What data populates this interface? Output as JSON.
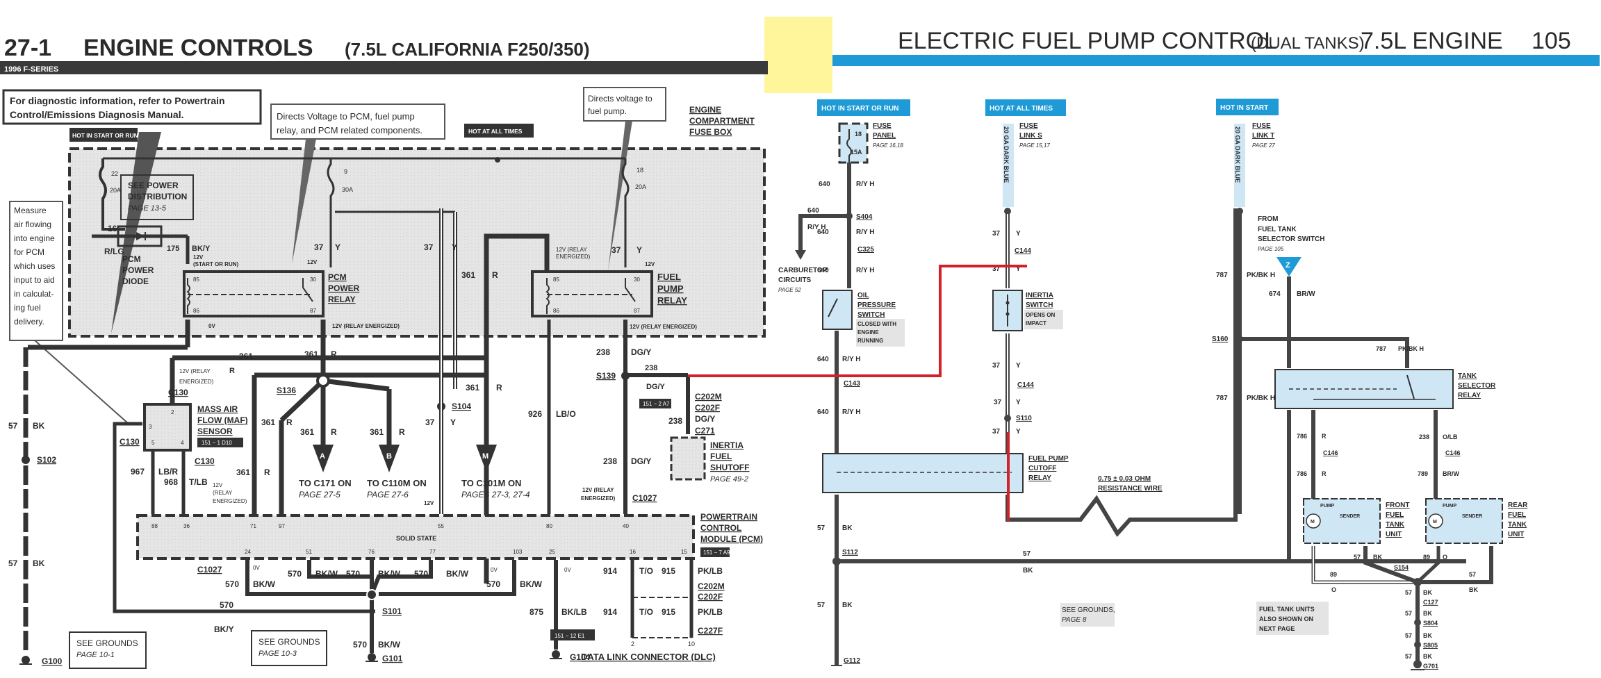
{
  "left_page": {
    "page_number": "27-1",
    "title": "ENGINE CONTROLS",
    "subtitle": "(7.5L CALIFORNIA F250/350)",
    "series": "1996 F-SERIES",
    "diag_note": [
      "For diagnostic information, refer to Powertrain",
      "Control/Emissions Diagnosis Manual."
    ],
    "callout_pcm": [
      "Directs Voltage to PCM, fuel pump",
      "relay, and PCM related components."
    ],
    "callout_fuelpump": [
      "Directs voltage to",
      "fuel pump."
    ],
    "callout_maf": [
      "Measure",
      "air flowing",
      "into engine",
      "for PCM",
      "which uses",
      "input to aid",
      "in calculat-",
      "ing fuel",
      "delivery."
    ],
    "hot_start_run": "HOT IN START OR RUN",
    "hot_all_times": "HOT AT ALL TIMES",
    "fuse_box_label": [
      "ENGINE",
      "COMPARTMENT",
      "FUSE BOX"
    ],
    "fuses": [
      {
        "num": "22",
        "amp": "20A"
      },
      {
        "num": "9",
        "amp": "30A"
      },
      {
        "num": "18",
        "amp": "20A"
      }
    ],
    "power_dist": {
      "line1": "SEE POWER",
      "line2": "DISTRIBUTION",
      "page": "PAGE 13-5"
    },
    "diode": {
      "label": [
        "PCM",
        "POWER",
        "DIODE"
      ],
      "wire_in": "16",
      "wire_in_color": "R/LG"
    },
    "pcm_relay": {
      "label": [
        "PCM",
        "POWER",
        "RELAY"
      ],
      "pins": [
        "85",
        "86",
        "30",
        "87"
      ],
      "wire_in": "175",
      "wire_in_color": "BK/Y",
      "v_in": "12V",
      "v_in_note": "(START OR RUN)",
      "v_30": "12V",
      "v_86": "0V",
      "v_87": "12V (RELAY ENERGIZED)"
    },
    "fp_relay": {
      "label": [
        "FUEL",
        "PUMP",
        "RELAY"
      ],
      "pins": [
        "85",
        "86",
        "30",
        "87"
      ],
      "v_85": [
        "12V (RELAY",
        "ENERGIZED)"
      ],
      "v_30": "12V",
      "v_87": "12V (RELAY ENERGIZED)"
    },
    "wires": {
      "w37": "37",
      "w37c": "Y",
      "w361": "361",
      "w361c": "R",
      "w238": "238",
      "w238c": "DG/Y",
      "w57": "57",
      "w57c": "BK",
      "w926": "926",
      "w926c": "LB/O",
      "w967": "967",
      "w967c": "LB/R",
      "w968": "968",
      "w968c": "T/LB",
      "w570": "570",
      "w570c": "BK/W",
      "w570y": "BK/Y",
      "w875": "875",
      "w875c": "BK/LB",
      "w914": "914",
      "w914c": "T/O",
      "w915": "915",
      "w915c": "PK/LB"
    },
    "splices": {
      "s136": "S136",
      "s104": "S104",
      "s139": "S139",
      "s102": "S102",
      "s101": "S101"
    },
    "connectors": {
      "c130": "C130",
      "c1027": "C1027",
      "c202m": "C202M",
      "c202f": "C202F",
      "c271": "C271",
      "c227f": "C227F"
    },
    "maf": {
      "label": [
        "MASS AIR",
        "FLOW (MAF)",
        "SENSOR"
      ],
      "ref": "151 − 1 D10",
      "pins": [
        "2",
        "3",
        "5",
        "4"
      ],
      "note": [
        "12V (RELAY",
        "ENERGIZED)"
      ],
      "note2": [
        "12V",
        "(RELAY",
        "ENERGIZED)"
      ]
    },
    "arrows": [
      {
        "letter": "A",
        "text": "TO C171 ON",
        "page": "PAGE 27-5"
      },
      {
        "letter": "B",
        "text": "TO C110M ON",
        "page": "PAGE 27-6"
      },
      {
        "letter": "M",
        "text": "TO C101M  ON",
        "page": "PAGES 27-3, 27-4"
      }
    ],
    "inertia": {
      "label": [
        "INERTIA",
        "FUEL",
        "SHUTOFF"
      ],
      "page": "PAGE 49-2",
      "ref": "151 − 2 A7"
    },
    "pcm": {
      "label": [
        "POWERTRAIN",
        "CONTROL",
        "MODULE (PCM)"
      ],
      "center": "SOLID STATE",
      "ref": "151 − 7 A9",
      "top_pins": [
        "88",
        "36",
        "71",
        "97",
        "55",
        "80",
        "40"
      ],
      "bottom_pins": [
        "24",
        "51",
        "76",
        "77",
        "103",
        "25",
        "16",
        "15"
      ],
      "v12": "12V",
      "v0": "0V",
      "relay_note": [
        "12V (RELAY",
        "ENERGIZED)"
      ]
    },
    "grounds": [
      {
        "id": "G100",
        "note": "SEE GROUNDS",
        "page": "PAGE 10-1"
      },
      {
        "id": "G101",
        "note": "SEE GROUNDS",
        "page": "PAGE 10-3"
      },
      {
        "id": "G104"
      }
    ],
    "dlc": {
      "label": "DATA LINK CONNECTOR (DLC)",
      "ref": "151 − 12 E1",
      "pin_a": "2",
      "pin_b": "10"
    }
  },
  "right_page": {
    "title": "ELECTRIC FUEL PUMP CONTROL",
    "subtitle": "(DUAL TANKS)",
    "title2": "7.5L ENGINE",
    "page_number": "105",
    "accent": "#1e9ad6",
    "highlight": "#cfe6f5",
    "red_wire": "#d42027",
    "hot_tags": [
      "HOT IN START OR RUN",
      "HOT AT ALL TIMES",
      "HOT IN START"
    ],
    "fuse_panel": {
      "num": "18",
      "amp": "15A",
      "label": [
        "FUSE",
        "PANEL"
      ],
      "page": "PAGE 16,18"
    },
    "fuse_link_s": {
      "label": [
        "FUSE",
        "LINK S"
      ],
      "page": "PAGE 15,17",
      "wire": "20 GA DARK BLUE"
    },
    "fuse_link_t": {
      "label": [
        "FUSE",
        "LINK T"
      ],
      "page": "PAGE 27",
      "wire": "20 GA DARK BLUE"
    },
    "wires": {
      "w640": "640",
      "w640c": "R/Y H",
      "w37": "37",
      "w37c": "Y",
      "w787": "787",
      "w787c": "PK/BK H",
      "w674": "674",
      "w674c": "BR/W",
      "w786": "786",
      "w786c": "R",
      "w238": "238",
      "w238c": "O/LB",
      "w789": "789",
      "w789c": "BR/W",
      "w57": "57",
      "w57c": "BK",
      "w89": "89",
      "w89c": "O"
    },
    "splices": {
      "s404": "S404",
      "s110": "S110",
      "s160": "S160",
      "s112": "S112",
      "s154": "S154",
      "s804": "S804",
      "s805": "S805"
    },
    "connectors": {
      "c325": "C325",
      "c143": "C143",
      "c144": "C144",
      "c146": "C146",
      "c127": "C127"
    },
    "carb": [
      "CARBURETOR",
      "CIRCUITS",
      "PAGE 52"
    ],
    "oil_switch": {
      "label": [
        "OIL",
        "PRESSURE",
        "SWITCH"
      ],
      "note": [
        "CLOSED WITH",
        "ENGINE",
        "RUNNING"
      ]
    },
    "inertia_switch": {
      "label": [
        "INERTIA",
        "SWITCH"
      ],
      "note": [
        "OPENS ON",
        "IMPACT"
      ]
    },
    "cutoff_relay": [
      "FUEL PUMP",
      "CUTOFF",
      "RELAY"
    ],
    "resistance": [
      "0.75 ± 0.03 OHM",
      "RESISTANCE WIRE"
    ],
    "from_selector": {
      "lines": [
        "FROM",
        "FUEL TANK",
        "SELECTOR SWITCH"
      ],
      "page": "PAGE 105",
      "letter": "Z"
    },
    "tank_relay": [
      "TANK",
      "SELECTOR",
      "RELAY"
    ],
    "front_unit": [
      "FRONT",
      "FUEL",
      "TANK",
      "UNIT"
    ],
    "rear_unit": [
      "REAR",
      "FUEL",
      "TANK",
      "UNIT"
    ],
    "pump": "PUMP",
    "sender": "SENDER",
    "motor": "M",
    "grounds_note": [
      "SEE GROUNDS,",
      "PAGE 8"
    ],
    "tank_note": [
      "FUEL TANK UNITS",
      "ALSO SHOWN ON",
      "NEXT PAGE"
    ],
    "grounds": [
      "G112",
      "G701"
    ]
  }
}
